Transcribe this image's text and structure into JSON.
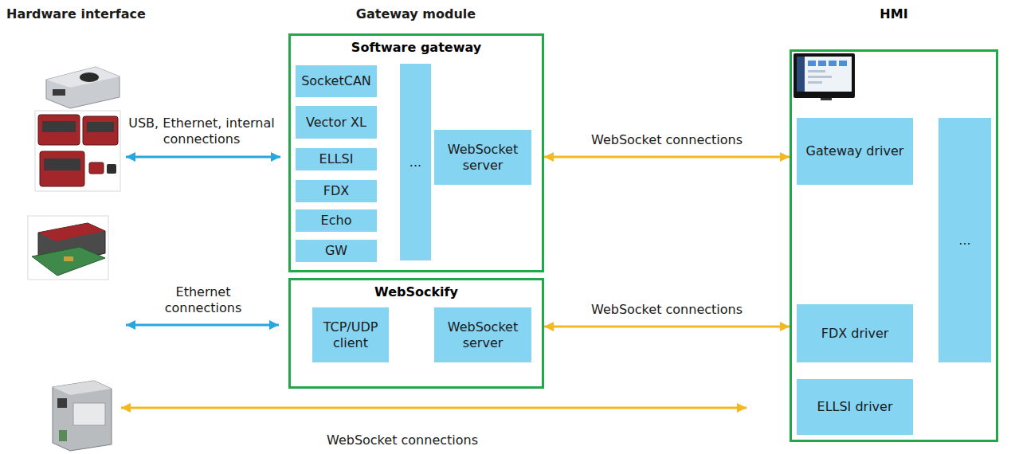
{
  "diagram": {
    "nodes": [
      {
        "text": [
          "Software gateway"
        ]
      },
      {
        "text": [
          "SocketCAN"
        ],
        "in": 0
      },
      {
        "text": [
          "Vector XL"
        ],
        "in": 0
      },
      {
        "text": [
          "ELLSI"
        ],
        "in": 0
      },
      {
        "text": [
          "FDX"
        ],
        "in": 0
      },
      {
        "text": [
          "Echo"
        ],
        "in": 0
      },
      {
        "text": [
          "GW"
        ],
        "in": 0
      },
      {
        "text": [
          "..."
        ],
        "in": 0
      },
      {
        "text": [
          "WebSocket server"
        ],
        "in": 0
      },
      {
        "text": [
          "WebSockify"
        ]
      },
      {
        "text": [
          "TCP/UDP client"
        ],
        "in": 9
      },
      {
        "text": [
          "WebSocket server"
        ],
        "in": 9
      },
      {
        "text": [
          "HMI"
        ]
      },
      {
        "text": [
          "Gateway driver"
        ],
        "in": 12
      },
      {
        "text": [
          "FDX driver"
        ],
        "in": 12
      },
      {
        "text": [
          "ELLSI driver"
        ],
        "in": 12
      },
      {
        "text": [
          "..."
        ],
        "in": 12
      }
    ],
    "edges": [
      {
        "from": 0,
        "to": 12,
        "arrow": "both",
        "label": "WebSocket connections"
      },
      {
        "from": 9,
        "to": 12,
        "arrow": "both",
        "label": "WebSocket connections"
      }
    ],
    "labels": [
      "Hardware interface",
      "Gateway module",
      "USB, Ethernet, internal connections",
      "Ethernet connections",
      "WebSocket connections"
    ]
  }
}
